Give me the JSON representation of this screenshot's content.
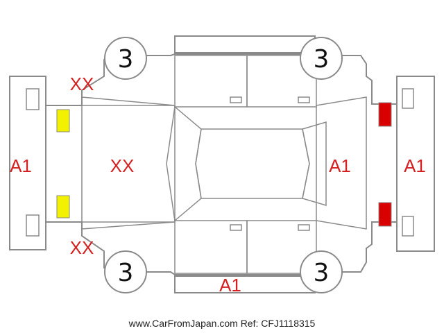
{
  "colors": {
    "outline": "#8a8a8a",
    "mark": "#d42020",
    "lamp_front": "#f2f200",
    "lamp_rear": "#d80000",
    "text": "#111111"
  },
  "wheels": {
    "front_left": "3",
    "rear_left": "3",
    "front_right": "3",
    "rear_right": "3"
  },
  "marks": {
    "front_bumper": "A1",
    "hood": "XX",
    "front_fender_top": "XX",
    "front_fender_bottom": "XX",
    "rear_hatch": "A1",
    "rear_bumper": "A1",
    "side_bottom": "A1"
  },
  "footer": {
    "site": "www.CarFromJapan.com",
    "ref": "Ref: CFJ1118315"
  }
}
